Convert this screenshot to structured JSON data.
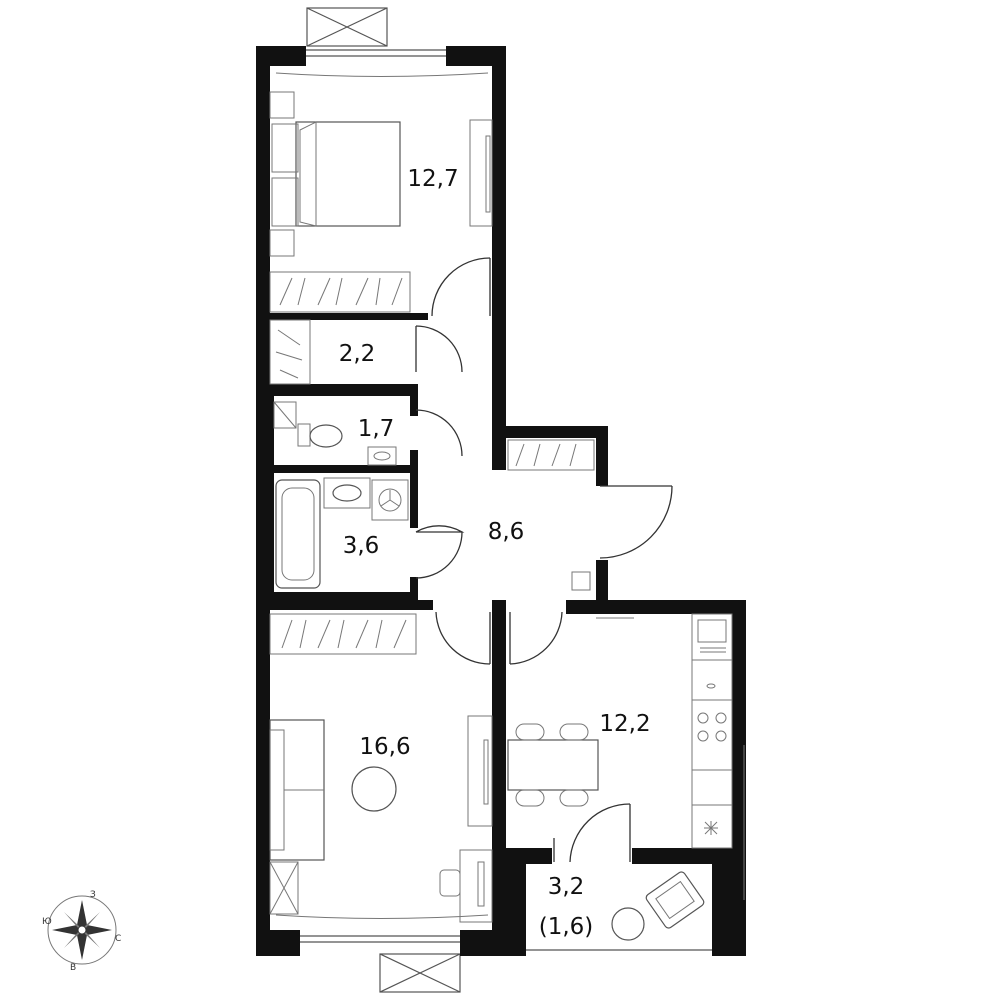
{
  "plan": {
    "rooms": [
      {
        "id": "bedroom",
        "area": "12,7"
      },
      {
        "id": "wardrobe",
        "area": "2,2"
      },
      {
        "id": "toilet",
        "area": "1,7"
      },
      {
        "id": "bathroom",
        "area": "3,6"
      },
      {
        "id": "hall",
        "area": "8,6"
      },
      {
        "id": "living-room",
        "area": "16,6"
      },
      {
        "id": "kitchen",
        "area": "12,2"
      },
      {
        "id": "loggia",
        "area": "3,2"
      },
      {
        "id": "loggia-reduced",
        "area": "(1,6)"
      }
    ]
  },
  "compass": {
    "north": "С",
    "south": "Ю",
    "west": "З",
    "east": "В"
  },
  "colors": {
    "wall": "#111111",
    "line": "#555555",
    "background": "#ffffff"
  }
}
